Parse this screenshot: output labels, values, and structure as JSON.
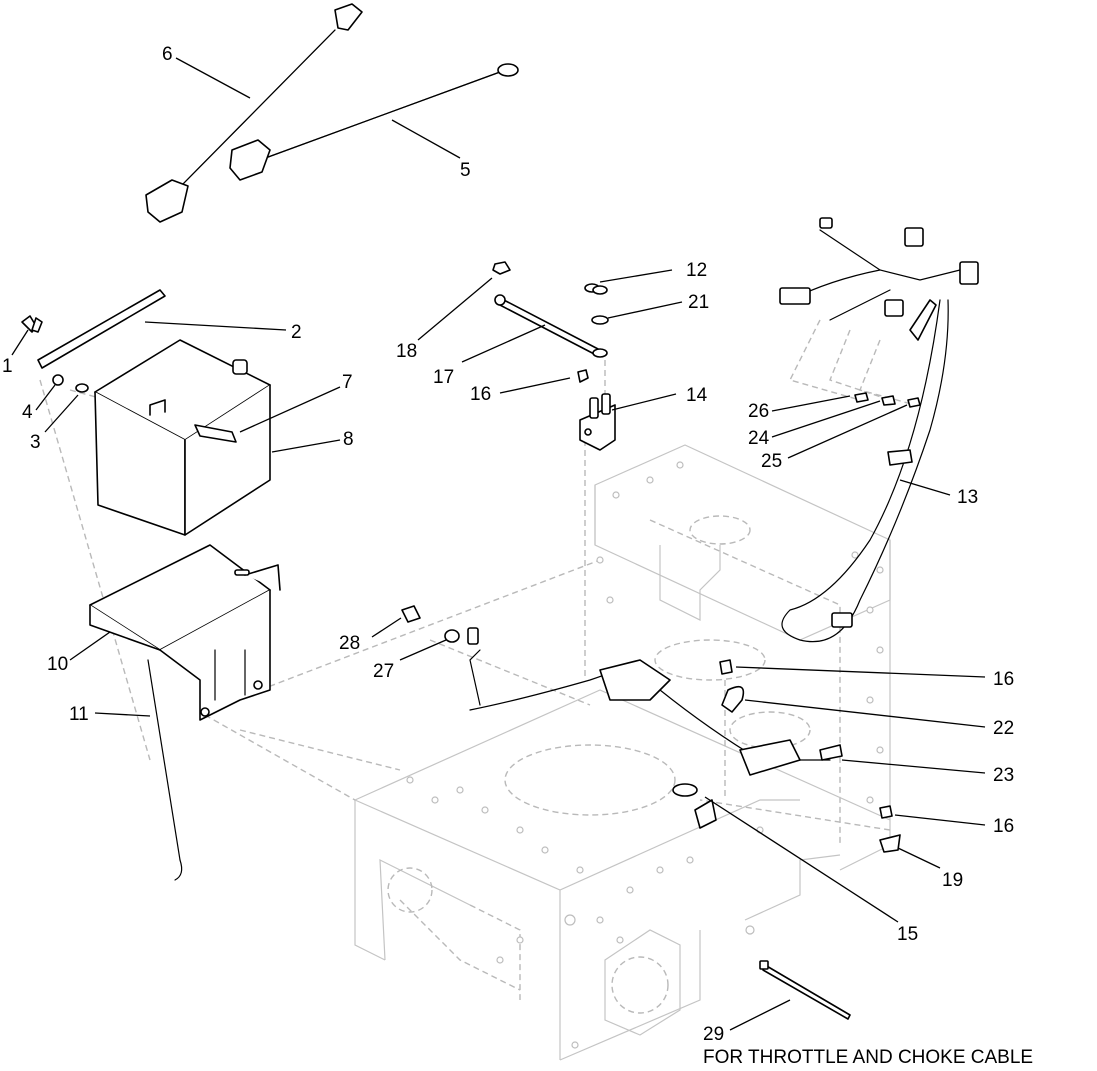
{
  "callouts": {
    "c1": "1",
    "c2": "2",
    "c3": "3",
    "c4": "4",
    "c5": "5",
    "c6": "6",
    "c7": "7",
    "c8": "8",
    "c10": "10",
    "c11": "11",
    "c12": "12",
    "c13": "13",
    "c14": "14",
    "c15": "15",
    "c16a": "16",
    "c16b": "16",
    "c16c": "16",
    "c17": "17",
    "c18": "18",
    "c19": "19",
    "c21": "21",
    "c22": "22",
    "c23": "23",
    "c24": "24",
    "c25": "25",
    "c26": "26",
    "c27": "27",
    "c28": "28",
    "c29": "29"
  },
  "note": "FOR THROTTLE AND CHOKE CABLE"
}
